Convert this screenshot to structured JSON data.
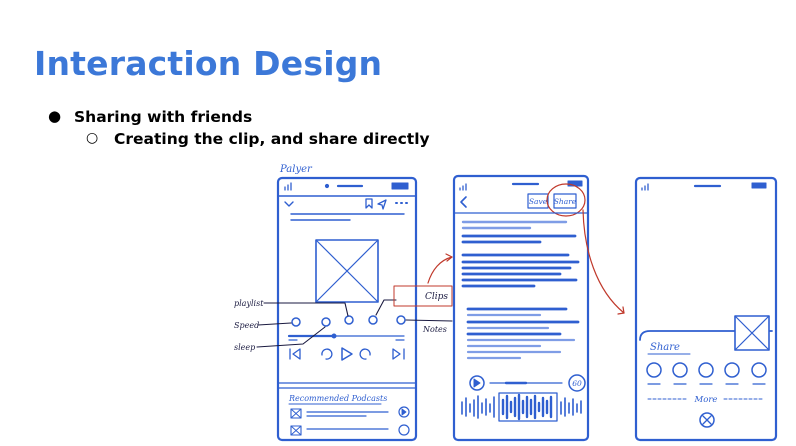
{
  "slide": {
    "title": "Interaction Design",
    "bullet_1": "Sharing with friends",
    "bullet_2": "Creating the clip, and share directly"
  },
  "sketch": {
    "player_label": "Palyer",
    "annotations": {
      "playlist": "playlist",
      "speed": "Speed",
      "sleep": "sleep",
      "clips": "Clips",
      "notes": "Notes"
    },
    "recommended": "Recommended Podcasts",
    "save_button": "Save",
    "share_button": "Share",
    "playback_time": "60",
    "share_sheet_title": "Share",
    "more_label": "More"
  },
  "colors": {
    "ink": "#2f5fd0",
    "ink_light": "#7f9de6",
    "title": "#3c78d8",
    "annotation_ink": "#1a1a40",
    "highlight_red": "#c0392b"
  }
}
